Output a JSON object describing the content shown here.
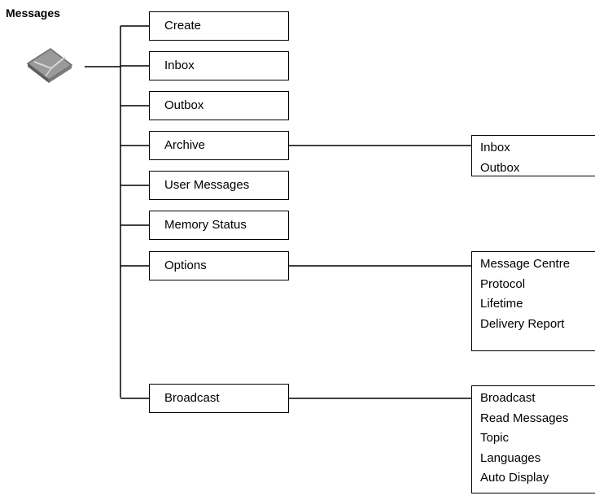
{
  "title": "Messages",
  "menu": [
    {
      "label": "Create"
    },
    {
      "label": "Inbox"
    },
    {
      "label": "Outbox"
    },
    {
      "label": "Archive",
      "sub": [
        "Inbox",
        "Outbox"
      ]
    },
    {
      "label": "User Messages"
    },
    {
      "label": "Memory Status"
    },
    {
      "label": "Options",
      "sub": [
        "Message Centre",
        "Protocol",
        "Lifetime",
        "Delivery Report"
      ]
    },
    {
      "label": "Broadcast",
      "sub": [
        "Broadcast",
        "Read Messages",
        "Topic",
        "Languages",
        "Auto Display"
      ]
    }
  ],
  "icon": "envelope-icon"
}
